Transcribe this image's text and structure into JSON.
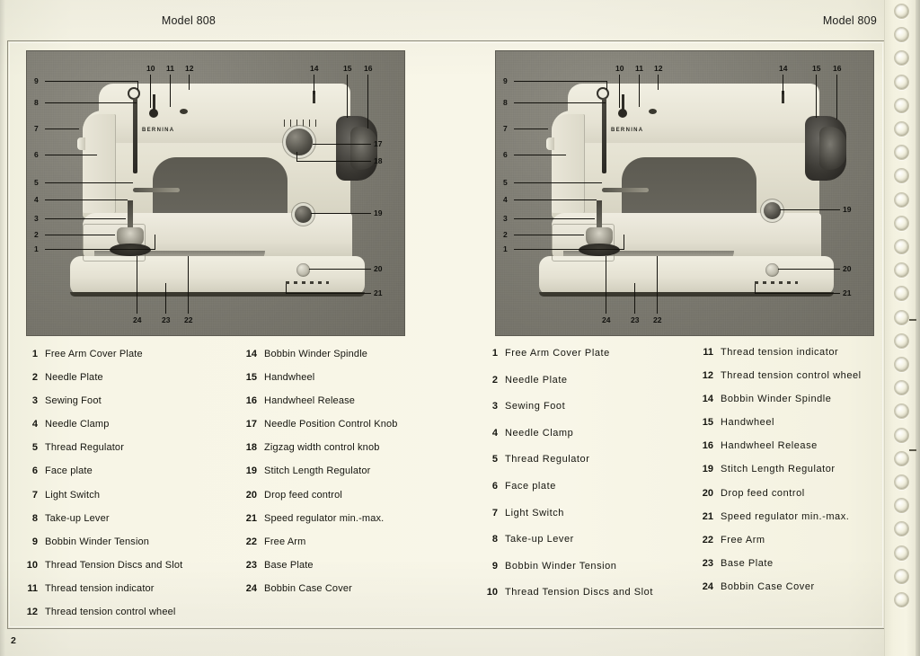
{
  "page": {
    "number": "2",
    "background_color": "#f6f4e3",
    "frame_color": "#8d8b7c"
  },
  "headers": {
    "left": "Model 808",
    "right": "Model 809"
  },
  "binding": {
    "hole_count": 26,
    "position": "right"
  },
  "photos": [
    {
      "id": "photo-model-808",
      "brand_logo": "BERNINA",
      "callouts_left": [
        "9",
        "8",
        "7",
        "6",
        "5",
        "4",
        "3",
        "2",
        "1"
      ],
      "callouts_top": [
        "10",
        "11",
        "12",
        "14",
        "15",
        "16"
      ],
      "callouts_right": [
        "17",
        "18",
        "19",
        "20",
        "21"
      ],
      "callouts_bottom": [
        "24",
        "23",
        "22"
      ]
    },
    {
      "id": "photo-model-809",
      "brand_logo": "BERNINA",
      "callouts_left": [
        "9",
        "8",
        "7",
        "6",
        "5",
        "4",
        "3",
        "2",
        "1"
      ],
      "callouts_top": [
        "10",
        "11",
        "12",
        "14",
        "15",
        "16"
      ],
      "callouts_right": [
        "19",
        "20",
        "21"
      ],
      "callouts_bottom": [
        "24",
        "23",
        "22"
      ]
    }
  ],
  "legend_808": {
    "column1": [
      {
        "num": "1",
        "label": "Free Arm Cover Plate"
      },
      {
        "num": "2",
        "label": "Needle Plate"
      },
      {
        "num": "3",
        "label": "Sewing Foot"
      },
      {
        "num": "4",
        "label": "Needle Clamp"
      },
      {
        "num": "5",
        "label": "Thread Regulator"
      },
      {
        "num": "6",
        "label": "Face plate"
      },
      {
        "num": "7",
        "label": "Light Switch"
      },
      {
        "num": "8",
        "label": "Take-up Lever"
      },
      {
        "num": "9",
        "label": "Bobbin Winder Tension"
      },
      {
        "num": "10",
        "label": "Thread Tension Discs and Slot"
      },
      {
        "num": "11",
        "label": "Thread tension indicator"
      },
      {
        "num": "12",
        "label": "Thread tension control wheel"
      }
    ],
    "column2": [
      {
        "num": "14",
        "label": "Bobbin Winder Spindle"
      },
      {
        "num": "15",
        "label": "Handwheel"
      },
      {
        "num": "16",
        "label": "Handwheel Release"
      },
      {
        "num": "17",
        "label": "Needle Position Control Knob"
      },
      {
        "num": "18",
        "label": "Zigzag width control knob"
      },
      {
        "num": "19",
        "label": "Stitch Length Regulator"
      },
      {
        "num": "20",
        "label": "Drop feed control"
      },
      {
        "num": "21",
        "label": "Speed regulator min.-max."
      },
      {
        "num": "22",
        "label": "Free Arm"
      },
      {
        "num": "23",
        "label": "Base Plate"
      },
      {
        "num": "24",
        "label": "Bobbin Case Cover"
      }
    ]
  },
  "legend_809": {
    "column1": [
      {
        "num": "1",
        "label": "Free Arm Cover Plate"
      },
      {
        "num": "2",
        "label": "Needle Plate"
      },
      {
        "num": "3",
        "label": "Sewing Foot"
      },
      {
        "num": "4",
        "label": "Needle Clamp"
      },
      {
        "num": "5",
        "label": "Thread Regulator"
      },
      {
        "num": "6",
        "label": "Face plate"
      },
      {
        "num": "7",
        "label": "Light Switch"
      },
      {
        "num": "8",
        "label": "Take-up Lever"
      },
      {
        "num": "9",
        "label": "Bobbin Winder Tension"
      },
      {
        "num": "10",
        "label": "Thread Tension Discs and Slot"
      }
    ],
    "column2": [
      {
        "num": "11",
        "label": "Thread tension indicator"
      },
      {
        "num": "12",
        "label": "Thread tension control wheel"
      },
      {
        "num": "14",
        "label": "Bobbin Winder Spindle"
      },
      {
        "num": "15",
        "label": "Handwheel"
      },
      {
        "num": "16",
        "label": "Handwheel Release"
      },
      {
        "num": "19",
        "label": "Stitch Length Regulator"
      },
      {
        "num": "20",
        "label": "Drop feed control"
      },
      {
        "num": "21",
        "label": "Speed regulator min.-max."
      },
      {
        "num": "22",
        "label": "Free Arm"
      },
      {
        "num": "23",
        "label": "Base Plate"
      },
      {
        "num": "24",
        "label": "Bobbin Case Cover"
      }
    ]
  }
}
